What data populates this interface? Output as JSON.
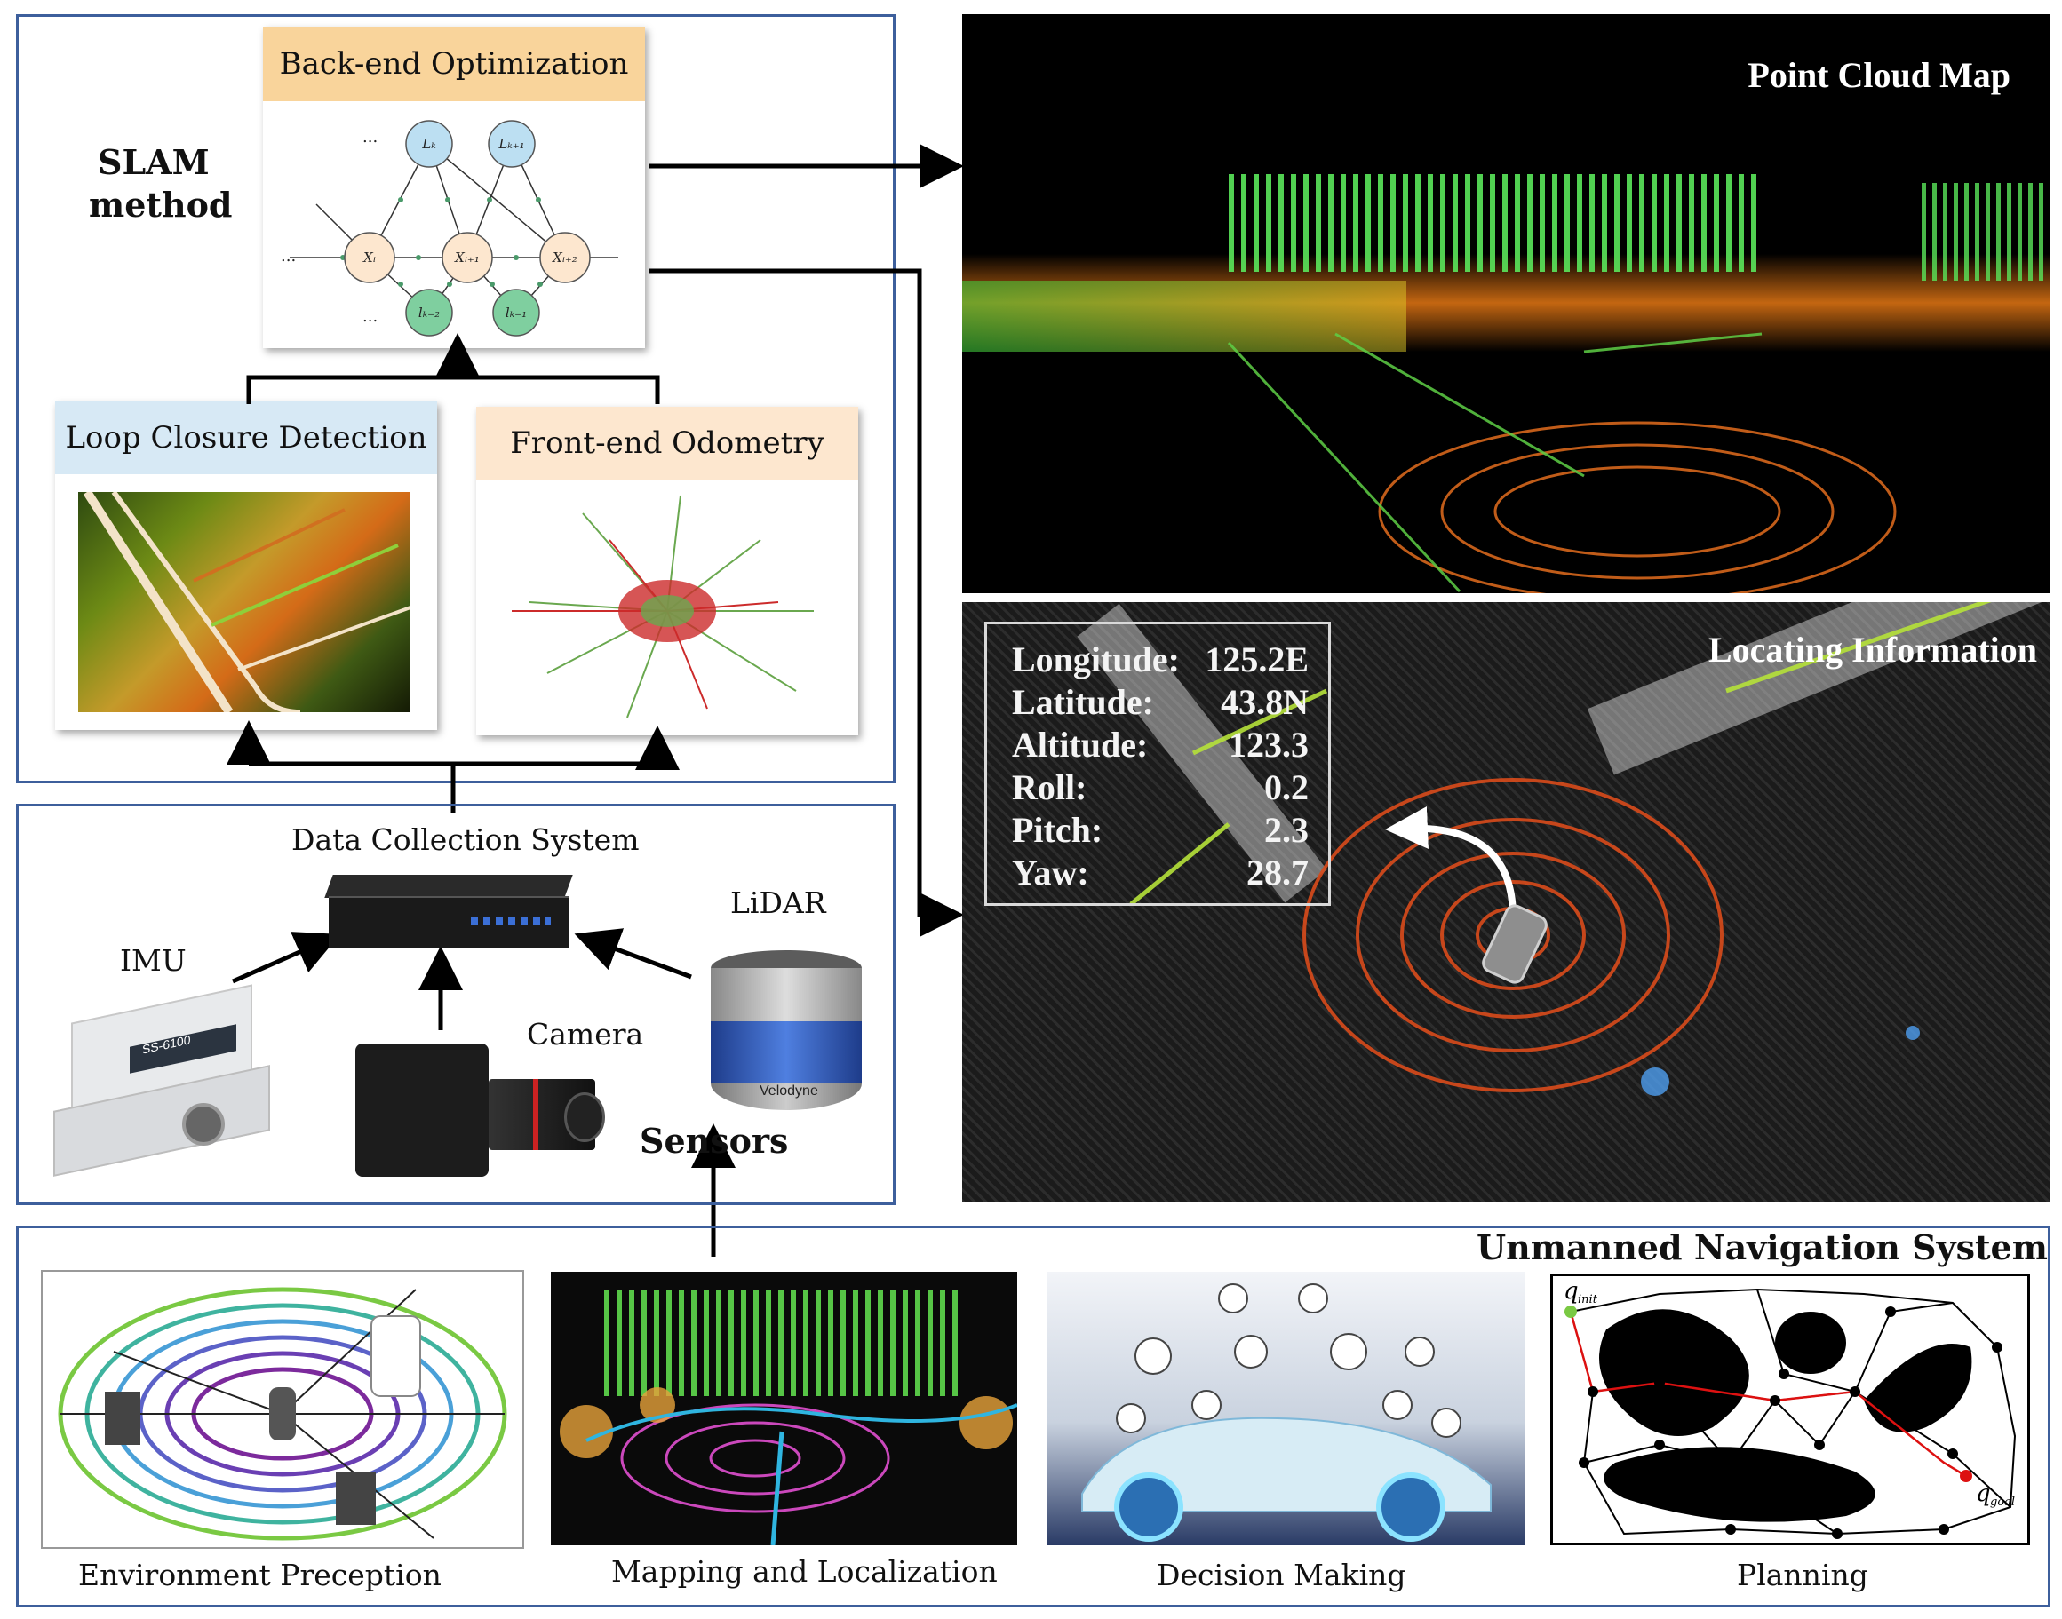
{
  "slam": {
    "title_line1": "SLAM",
    "title_line2": "method",
    "backend_label": "Back-end Optimization",
    "loop_label": "Loop Closure Detection",
    "frontend_label": "Front-end Odometry",
    "graph": {
      "dots": "...",
      "nodes": [
        "Lₖ",
        "Lₖ₊₁",
        "Xᵢ",
        "Xᵢ₊₁",
        "Xᵢ₊₂",
        "lₖ₋₂",
        "lₖ₋₁"
      ]
    }
  },
  "data_collection": {
    "title": "Data Collection System",
    "sensors": [
      "IMU",
      "Camera",
      "LiDAR"
    ],
    "sensors_title": "Sensors",
    "imu_text": "SS-6100",
    "lidar_brand": "Velodyne"
  },
  "point_cloud": {
    "title": "Point Cloud Map"
  },
  "locating": {
    "title": "Locating Information",
    "readouts": [
      {
        "label": "Longitude:",
        "value": "125.2E"
      },
      {
        "label": "Latitude:",
        "value": "43.8N"
      },
      {
        "label": "Altitude:",
        "value": "123.3"
      },
      {
        "label": "Roll:",
        "value": "0.2"
      },
      {
        "label": "Pitch:",
        "value": "2.3"
      },
      {
        "label": "Yaw:",
        "value": "28.7"
      }
    ]
  },
  "navigation": {
    "title": "Unmanned Navigation System",
    "modules": [
      "Environment Preception",
      "Mapping and Localization",
      "Decision Making",
      "Planning"
    ],
    "planning_labels": {
      "start": "q",
      "start_sub": "init",
      "goal": "q",
      "goal_sub": "goal"
    }
  },
  "colors": {
    "panel_border": "#3d5f9c",
    "backend_header": "#f9d49b",
    "loop_header": "#d7e9f5",
    "frontend_header": "#fde7cf"
  }
}
